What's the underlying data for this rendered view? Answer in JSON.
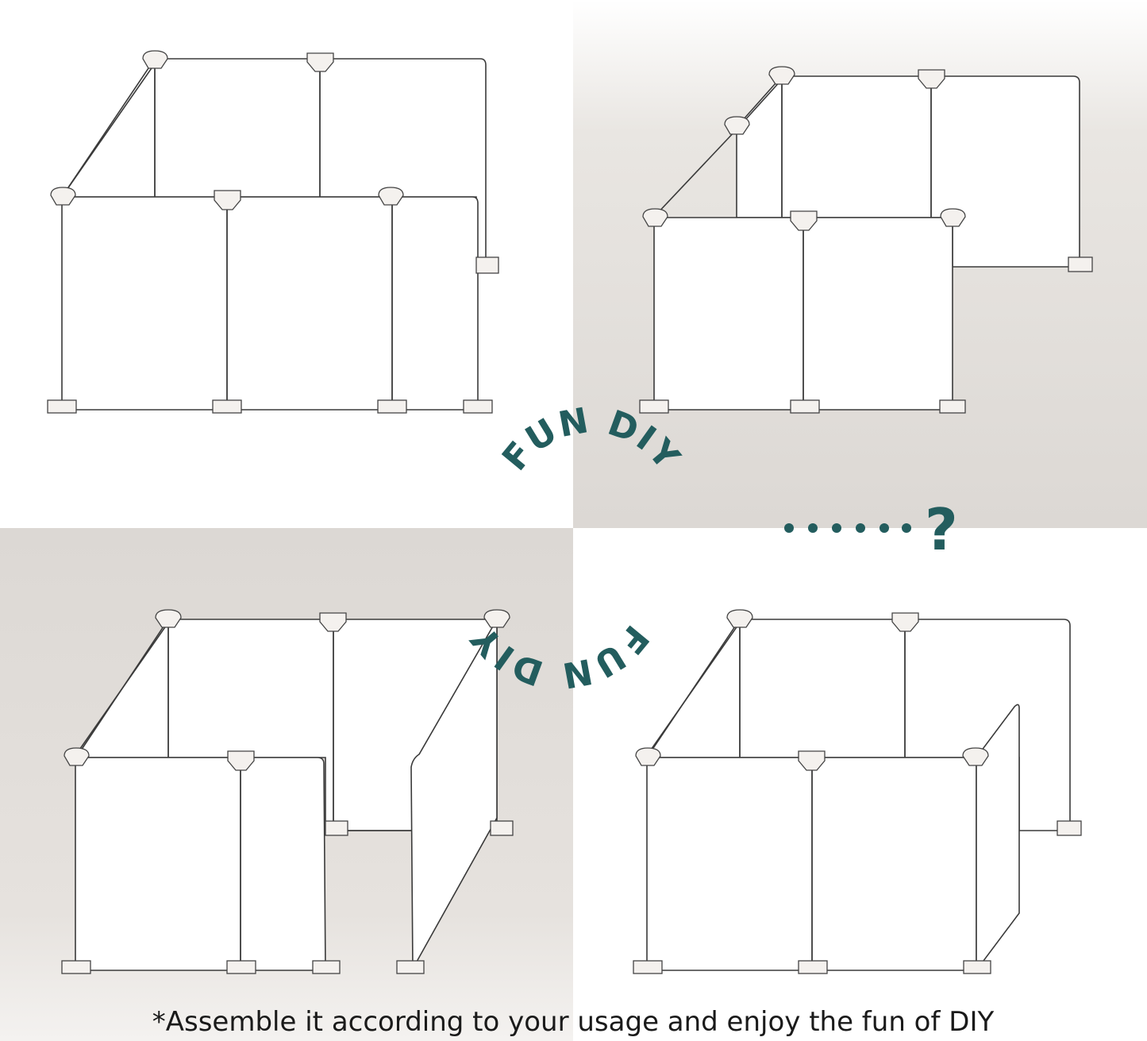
{
  "caption": "*Assemble it according to your usage and enjoy the fun of DIY",
  "badge": {
    "top_text": "FUN DIY",
    "bottom_text": "FUN DIY",
    "question_mark": "?"
  },
  "colors": {
    "accent": "#235d5e",
    "panel_bg_gray": "#dcd8d4",
    "panel_bg_white": "#ffffff",
    "line": "#3a3a3a"
  },
  "diagrams": [
    {
      "id": "two-by-two-open",
      "background": "white"
    },
    {
      "id": "stepped-corner",
      "background": "gray"
    },
    {
      "id": "u-shape-with-door",
      "background": "gray"
    },
    {
      "id": "rectangle-with-door",
      "background": "white"
    }
  ]
}
